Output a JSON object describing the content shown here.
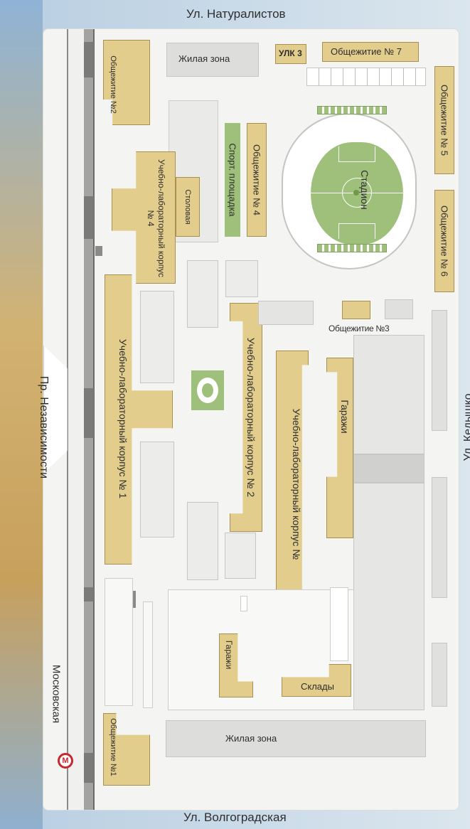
{
  "streets": {
    "top": "Ул. Натуралистов",
    "bottom": "Ул. Волгоградская",
    "left": "Пр. Независимости",
    "right": "Ул. Кедышко",
    "metro_station": "Московская"
  },
  "metro_icon": "М",
  "buildings": {
    "dorm2": "Общежитие №2",
    "dorm1": "Общежитие №1",
    "dorm3": "Общежитие №3",
    "dorm4": "Общежитие № 4",
    "dorm5": "Общежитие № 5",
    "dorm6": "Общежитие № 6",
    "dorm7": "Общежитие № 7",
    "ulk3": "УЛК 3",
    "living_top": "Жилая зона",
    "living_bottom": "Жилая зона",
    "sport": "Спорт. площадка",
    "stadium": "Стадион",
    "canteen": "Столовая",
    "ulk4": "Учебно-лабораторный корпус № 4",
    "ulk1": "Учебно-лабораторный корпус № 1",
    "ulk2": "Учебно-лабораторный корпус № 2",
    "ulk_no": "Учебно-лабораторный корпус №",
    "garages_right": "Гаражи",
    "garages_bottom": "Гаражи",
    "warehouses": "Склады"
  },
  "colors": {
    "building": "#e2cd8c",
    "green": "#9ec07a",
    "metro": "#c8282d"
  }
}
